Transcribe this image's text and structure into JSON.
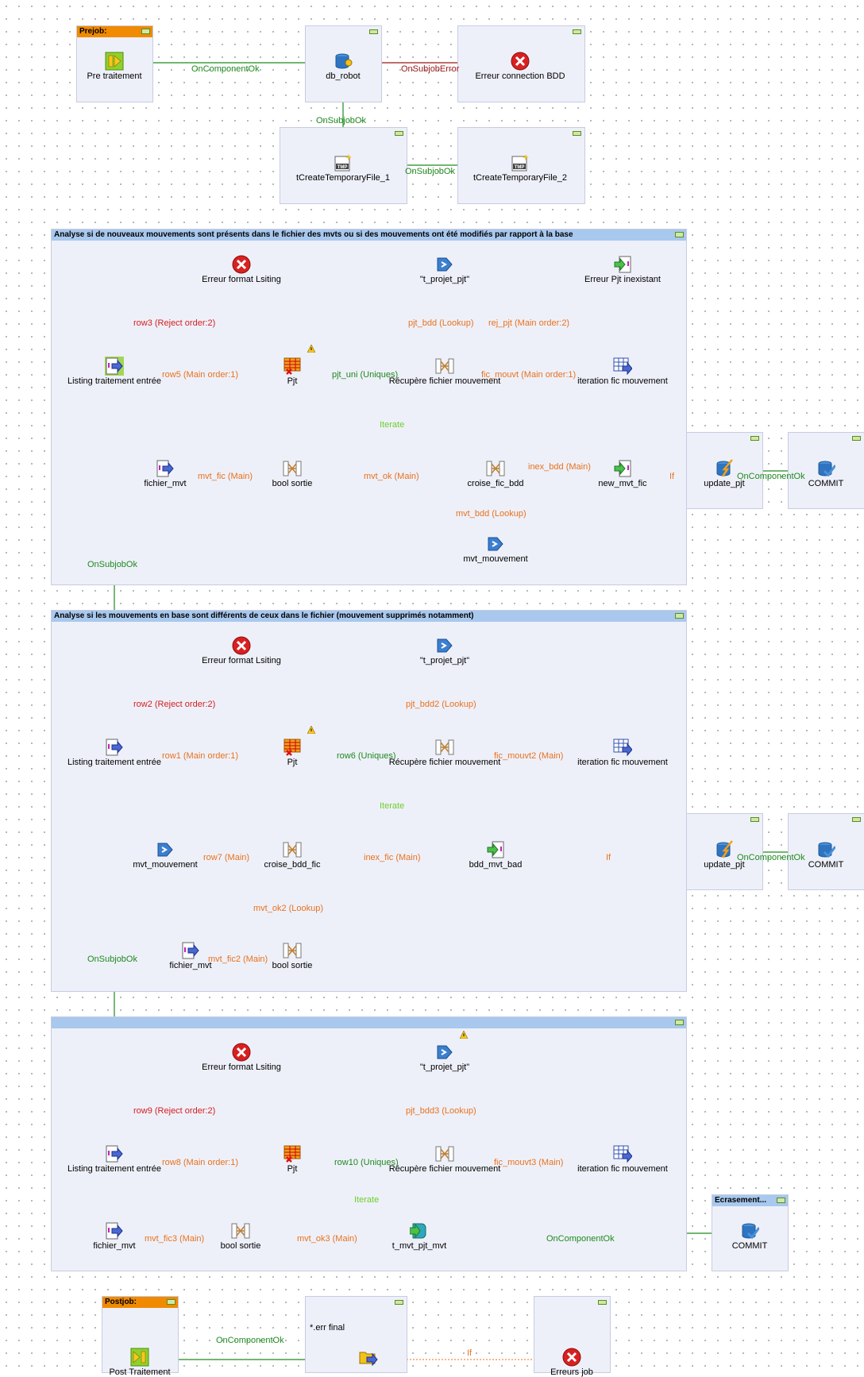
{
  "prejob": {
    "title": "Prejob:",
    "pre_traitement": "Pre traitement",
    "db_robot": "db_robot",
    "erreur_connection": "Erreur connection BDD",
    "tmp1": "tCreateTemporaryFile_1",
    "tmp2": "tCreateTemporaryFile_2",
    "link_component_ok": "OnComponentOk",
    "link_subjob_error": "OnSubjobError",
    "link_subjob_ok_a": "OnSubjobOk",
    "link_subjob_ok_b": "OnSubjobOk"
  },
  "section1": {
    "title": "Analyse si de nouveaux mouvements sont présents dans le fichier des mvts ou si des mouvements ont été modifiés par rapport à la base",
    "erreur_format": "Erreur format Lsiting",
    "t_projet": "\"t_projet_pjt\"",
    "erreur_pjt": "Erreur Pjt inexistant",
    "listing": "Listing traitement entrée",
    "pjt": "Pjt",
    "recupere": "Récupère fichier mouvement",
    "iteration": "iteration fic mouvement",
    "fichier_mvt": "fichier_mvt",
    "bool_sortie": "bool sortie",
    "croise": "croise_fic_bdd",
    "new_mvt": "new_mvt_fic",
    "mvt_mouvement": "mvt_mouvement",
    "update_pjt": "update_pjt",
    "commit": "COMMIT",
    "l_row3": "row3 (Reject order:2)",
    "l_row5": "row5 (Main order:1)",
    "l_pjt_uni": "pjt_uni (Uniques)",
    "l_pjt_bdd": "pjt_bdd (Lookup)",
    "l_rej_pjt": "rej_pjt (Main order:2)",
    "l_fic_mouvt": "fic_mouvt (Main order:1)",
    "l_iterate": "Iterate",
    "l_mvt_fic": "mvt_fic (Main)",
    "l_mvt_ok": "mvt_ok (Main)",
    "l_inex_bdd": "inex_bdd (Main)",
    "l_if": "If",
    "l_oncomp": "OnComponentOk",
    "l_mvt_bdd": "mvt_bdd (Lookup)",
    "l_onsubjob": "OnSubjobOk"
  },
  "section2": {
    "title": "Analyse si les mouvements en base sont différents de ceux dans le fichier (mouvement supprimés notamment)",
    "erreur_format": "Erreur format Lsiting",
    "t_projet": "\"t_projet_pjt\"",
    "listing": "Listing traitement entrée",
    "pjt": "Pjt",
    "recupere": "Récupère fichier mouvement",
    "iteration": "iteration fic mouvement",
    "mvt_mouvement": "mvt_mouvement",
    "croise": "croise_bdd_fic",
    "bdd_mvt_bad": "bdd_mvt_bad",
    "update_pjt": "update_pjt",
    "commit": "COMMIT",
    "fichier_mvt": "fichier_mvt",
    "bool_sortie": "bool sortie",
    "l_row2": "row2 (Reject order:2)",
    "l_row1": "row1 (Main order:1)",
    "l_row6": "row6 (Uniques)",
    "l_pjt_bdd2": "pjt_bdd2 (Lookup)",
    "l_fic_mouvt2": "fic_mouvt2 (Main)",
    "l_iterate": "Iterate",
    "l_row7": "row7 (Main)",
    "l_inex_fic": "inex_fic (Main)",
    "l_if": "If",
    "l_oncomp": "OnComponentOk",
    "l_mvt_ok2": "mvt_ok2 (Lookup)",
    "l_mvt_fic2": "mvt_fic2 (Main)",
    "l_onsubjob": "OnSubjobOk"
  },
  "section3": {
    "title": "",
    "erreur_format": "Erreur format Lsiting",
    "t_projet": "\"t_projet_pjt\"",
    "listing": "Listing traitement entrée",
    "pjt": "Pjt",
    "recupere": "Récupère fichier mouvement",
    "iteration": "iteration fic mouvement",
    "fichier_mvt": "fichier_mvt",
    "bool_sortie": "bool sortie",
    "t_mvt": "t_mvt_pjt_mvt",
    "ecrasement": "Ecrasement...",
    "commit": "COMMIT",
    "l_row9": "row9 (Reject order:2)",
    "l_row8": "row8 (Main order:1)",
    "l_row10": "row10 (Uniques)",
    "l_pjt_bdd3": "pjt_bdd3 (Lookup)",
    "l_fic_mouvt3": "fic_mouvt3 (Main)",
    "l_iterate": "Iterate",
    "l_mvt_fic3": "mvt_fic3 (Main)",
    "l_mvt_ok3": "mvt_ok3 (Main)",
    "l_oncomp": "OnComponentOk"
  },
  "postjob": {
    "title": "Postjob:",
    "post_traitement": "Post Traitement",
    "err_final": "*.err final",
    "erreurs_job": "Erreurs job",
    "l_oncomp": "OnComponentOk",
    "l_if": "If"
  },
  "colors": {
    "main_link": "#e8721e",
    "component_ok": "#1e8a1e",
    "reject": "#d41e1e",
    "subjob_error": "#9a1616",
    "iterate": "#6ad02a",
    "subjob_bg": "#eef0f9",
    "header_blue": "#a8c8ee",
    "header_orange": "#f08a00"
  }
}
